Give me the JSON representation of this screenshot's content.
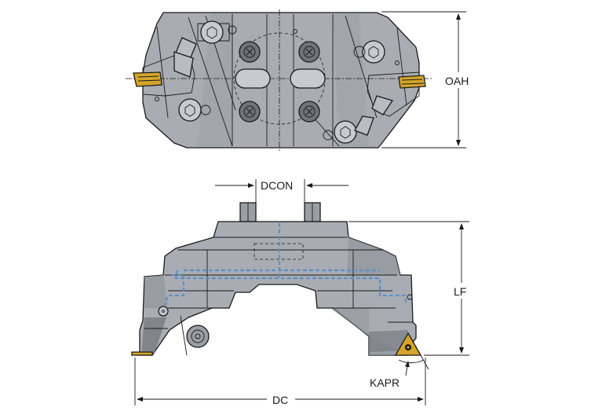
{
  "labels": {
    "oah": "OAH",
    "dcon": "DCON",
    "lf": "LF",
    "kapr": "KAPR",
    "dc": "DC"
  },
  "colors": {
    "body_light": "#a9adb3",
    "body_mid": "#8e939a",
    "body_dark": "#6f747b",
    "insert": "#d4a52a",
    "coolant": "#5b8fc7",
    "line": "#1a1a1a"
  }
}
